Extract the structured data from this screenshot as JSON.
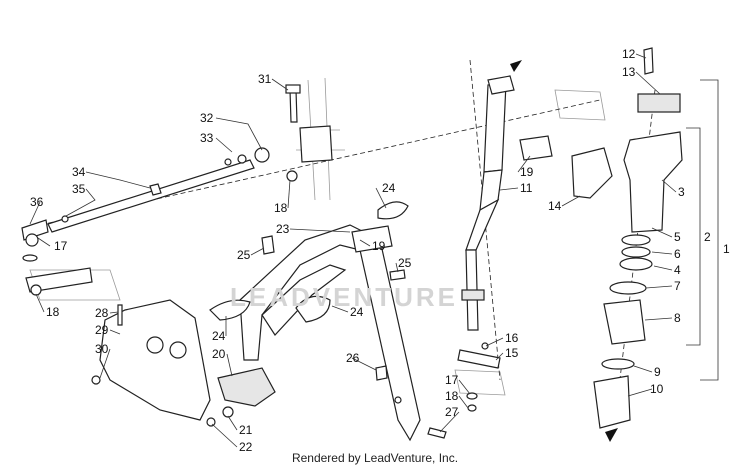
{
  "footer": "Rendered by LeadVenture, Inc.",
  "watermark": "LEADVENTURE",
  "callouts": [
    "1",
    "2",
    "3",
    "4",
    "5",
    "6",
    "7",
    "8",
    "9",
    "10",
    "11",
    "12",
    "13",
    "14",
    "15",
    "16",
    "17",
    "18",
    "19",
    "20",
    "21",
    "22",
    "23",
    "24",
    "25",
    "26",
    "27",
    "28",
    "29",
    "30",
    "31",
    "32",
    "33",
    "34",
    "35",
    "36"
  ],
  "colors": {
    "line": "#222222",
    "label": "#111111",
    "watermark": "#d4d4d4"
  }
}
